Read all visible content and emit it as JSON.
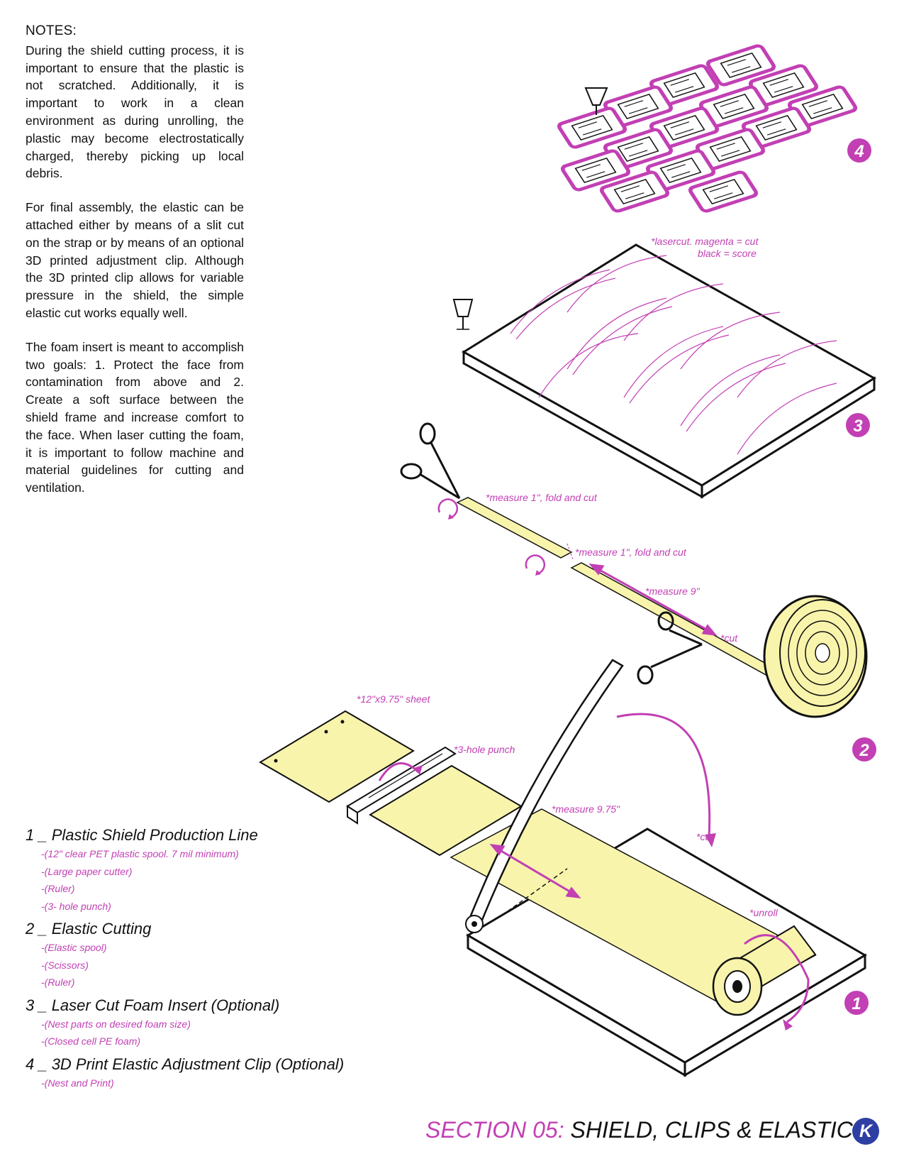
{
  "notes": {
    "heading": "NOTES:",
    "paragraphs": [
      "During the shield cutting process, it is important to ensure that the plastic is not scratched. Additionally, it is important to work in a clean environment as during unrolling, the plastic may become electrostatically charged, thereby picking up local debris.",
      "For final assembly, the elastic can be attached either by means of a slit cut on the strap or by means of an optional 3D printed adjustment clip. Although the 3D printed clip allows for variable pressure in the shield, the simple elastic cut works equally well.",
      "The foam insert is meant to accomplish two goals: 1. Protect the face from contamination from above and 2. Create a soft surface between the shield frame and increase comfort to the face. When laser cutting the foam, it is important to follow machine and material guidelines for cutting and ventilation."
    ]
  },
  "legend": {
    "sections": [
      {
        "title": "1 _ Plastic Shield Production Line",
        "items": [
          "-(12\" clear PET plastic spool. 7 mil minimum)",
          "-(Large paper cutter)",
          "-(Ruler)",
          "-(3- hole punch)"
        ]
      },
      {
        "title": "2 _ Elastic Cutting",
        "items": [
          "-(Elastic spool)",
          "-(Scissors)",
          "-(Ruler)"
        ]
      },
      {
        "title": "3 _ Laser Cut Foam Insert (Optional)",
        "items": [
          "-(Nest parts on desired foam size)",
          "-(Closed cell  PE foam)"
        ]
      },
      {
        "title": "4 _ 3D Print Elastic Adjustment Clip (Optional)",
        "items": [
          "-(Nest and Print)"
        ]
      }
    ]
  },
  "annotations": {
    "lasercut_1": "*lasercut. magenta = cut",
    "lasercut_2": "black = score",
    "measure_fold_1": "*measure 1\", fold and cut",
    "measure_fold_2": "*measure 1\", fold and cut",
    "measure_9": "*measure 9\"",
    "cut_elastic": "*cut",
    "sheet_size": "*12\"x9.75\" sheet",
    "hole_punch": "*3-hole punch",
    "measure_975": "*measure 9.75\"",
    "cut_plastic": "*cut",
    "unroll": "*unroll"
  },
  "step_numbers": [
    "1",
    "2",
    "3",
    "4"
  ],
  "footer": {
    "prefix": "SECTION 05:",
    "title": " SHIELD, CLIPS & ELASTIC",
    "badge": "K"
  },
  "colors": {
    "magenta": "#c23fb4",
    "yellow": "#f8f4ab",
    "badge_blue": "#2e3fa4",
    "ink": "#111111"
  }
}
